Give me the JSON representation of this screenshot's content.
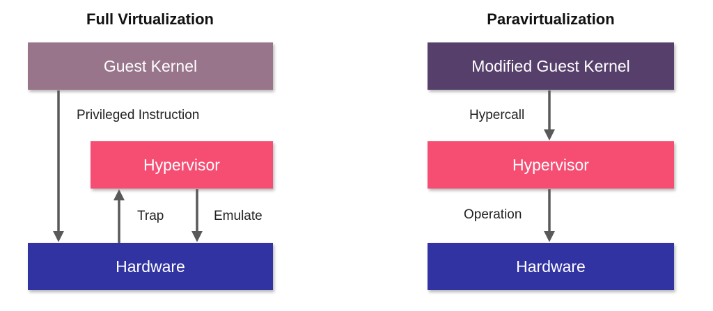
{
  "colors": {
    "guest_kernel": "#98758B",
    "modified_guest_kernel": "#563F6A",
    "hypervisor": "#F64D73",
    "hardware": "#3133A3",
    "arrow": "#595959"
  },
  "full_virtualization": {
    "title": "Full Virtualization",
    "guest_kernel": "Guest Kernel",
    "hypervisor": "Hypervisor",
    "hardware": "Hardware",
    "privileged_instruction": "Privileged Instruction",
    "trap": "Trap",
    "emulate": "Emulate"
  },
  "paravirtualization": {
    "title": "Paravirtualization",
    "modified_guest_kernel": "Modified Guest Kernel",
    "hypervisor": "Hypervisor",
    "hardware": "Hardware",
    "hypercall": "Hypercall",
    "operation": "Operation"
  }
}
